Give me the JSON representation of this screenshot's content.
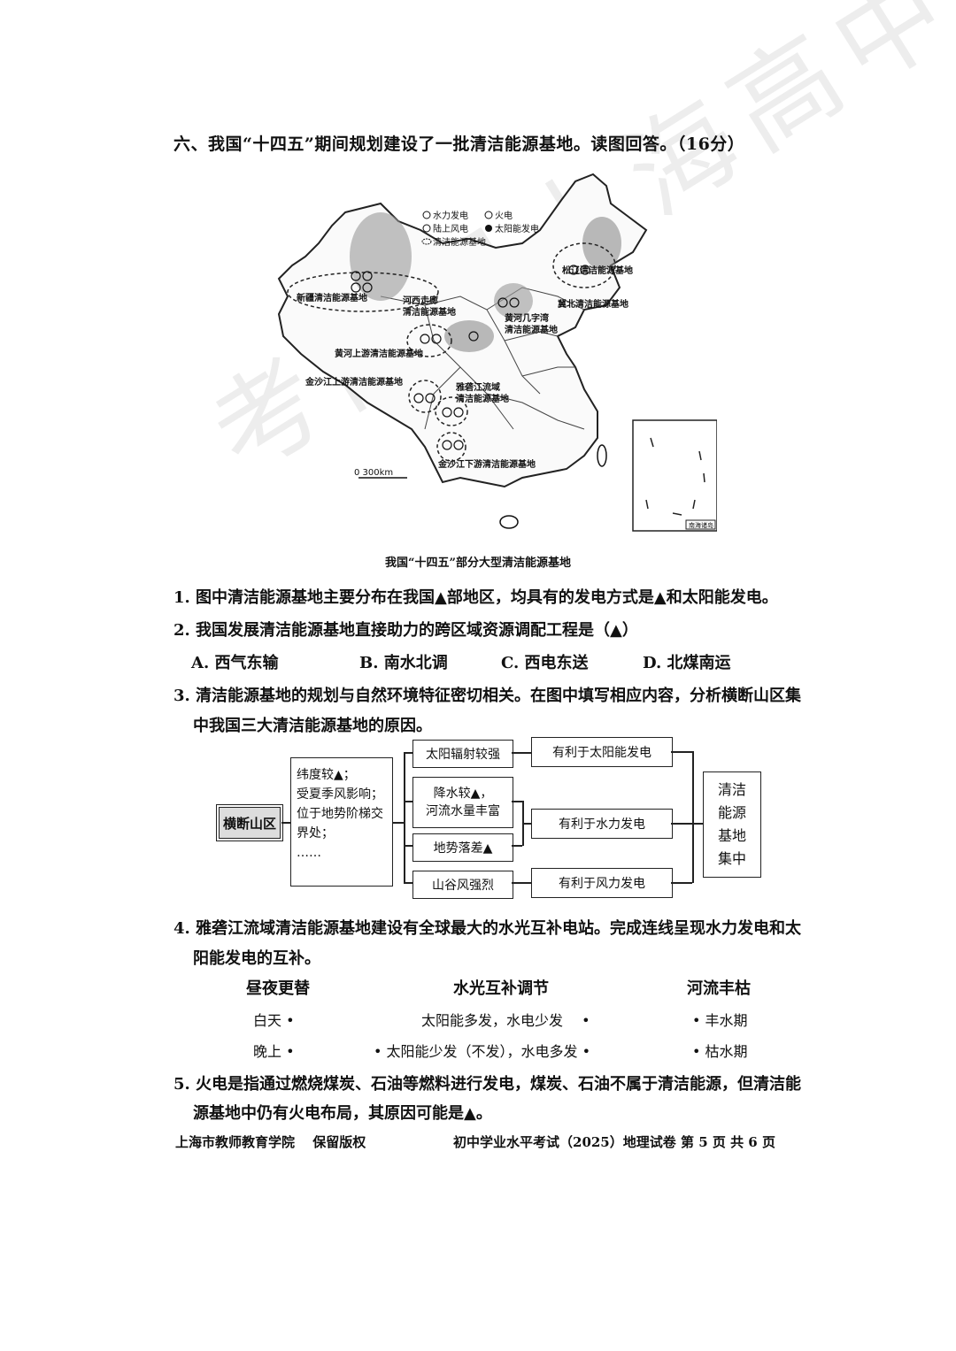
{
  "heading": "六、我国“十四五”期间规划建设了一批清洁能源基地。读图回答。（16分）",
  "map": {
    "legend": {
      "hydro": "水力发电",
      "thermal": "火电",
      "wind": "陆上风电",
      "solar": "太阳能发电",
      "base": "清洁能源基地"
    },
    "bases": {
      "xinjiang": "新疆清洁能源基地",
      "hexi": "河西走廊",
      "hexi2": "清洁能源基地",
      "songliao": "松辽清洁能源基地",
      "jibei": "冀北清洁能源基地",
      "huangjiwan": "黄河几字湾",
      "huangjiwan2": "清洁能源基地",
      "huangheshang": "黄河上游清洁能源基地",
      "jinshashang": "金沙江上游清洁能源基地",
      "yalong": "雅砻江流域",
      "yalong2": "清洁能源基地",
      "jinshaxia": "金沙江下游清洁能源基地"
    },
    "scale": "0   300km",
    "inset_label": "南海诸岛",
    "caption": "我国“十四五”部分大型清洁能源基地"
  },
  "q1": "1. 图中清洁能源基地主要分布在我国▲部地区，均具有的发电方式是▲和太阳能发电。",
  "q2": "2. 我国发展清洁能源基地直接助力的跨区域资源调配工程是（▲）",
  "q2_options": [
    "A. 西气东输",
    "B. 南水北调",
    "C. 西电东送",
    "D. 北煤南运"
  ],
  "q3_line1": "3. 清洁能源基地的规划与自然环境特征密切相关。在图中填写相应内容，分析横断山区集",
  "q3_line2": "中我国三大清洁能源基地的原因。",
  "flow": {
    "start": "横断山区",
    "features": [
      "纬度较▲；",
      "受夏季风影响；",
      "位于地势阶梯交",
      "界处；",
      "……"
    ],
    "mid": [
      "太阳辐射较强",
      "降水较▲，",
      "河流水量丰富",
      "地势落差▲",
      "山谷风强烈"
    ],
    "benefit": [
      "有利于太阳能发电",
      "有利于水力发电",
      "有利于风力发电"
    ],
    "end": [
      "清洁",
      "能源",
      "基地",
      "集中"
    ]
  },
  "q4_line1": "4. 雅砻江流域清洁能源基地建设有全球最大的水光互补电站。完成连线呈现水力发电和太",
  "q4_line2": "阳能发电的互补。",
  "matching": {
    "col_headers": [
      "昼夜更替",
      "水光互补调节",
      "河流丰枯"
    ],
    "left": [
      "白天 •",
      "晚上 •"
    ],
    "middle": [
      "太阳能多发，水电少发　 •",
      "• 太阳能少发（不发），水电多发 •"
    ],
    "right": [
      "• 丰水期",
      "• 枯水期"
    ]
  },
  "q5_line1": "5. 火电是指通过燃烧煤炭、石油等燃料进行发电，煤炭、石油不属于清洁能源，但清洁能",
  "q5_line2": "源基地中仍有火电布局，其原因可能是▲。",
  "footer": {
    "left": "上海市教师教育学院　 保留版权",
    "right": "初中学业水平考试（2025）地理试卷 第 5 页 共 6 页"
  },
  "watermark": "考而思上海高中地理"
}
